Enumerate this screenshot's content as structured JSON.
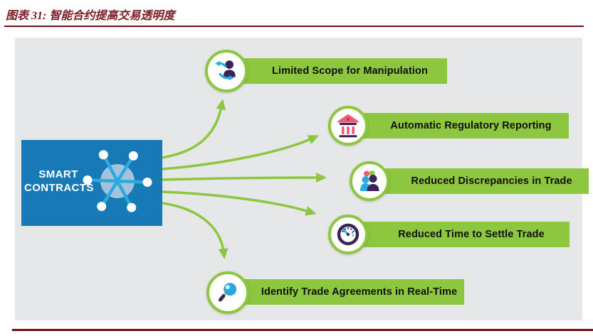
{
  "title": {
    "text": "图表 31:  智能合约提高交易透明度"
  },
  "source_box": {
    "line1": "SMART",
    "line2": "CONTRACTS"
  },
  "items": [
    {
      "label": "Limited Scope for Manipulation",
      "icon": "swap-person-icon"
    },
    {
      "label": "Automatic Regulatory Reporting",
      "icon": "bank-icon"
    },
    {
      "label": "Reduced Discrepancies in Trade",
      "icon": "people-icon"
    },
    {
      "label": "Reduced Time to Settle Trade",
      "icon": "speedometer-icon"
    },
    {
      "label": "Identify Trade Agreements in Real-Time",
      "icon": "magnifier-icon"
    }
  ],
  "colors": {
    "accent_green": "#8dc63f",
    "box_blue": "#1779b5",
    "icon_purple": "#37245a",
    "icon_cyan": "#29abe2",
    "icon_crimson": "#ee5a74",
    "panel_gray": "#e6e7e8",
    "rule_maroon": "#6d1118",
    "title_red": "#7a1b20"
  }
}
